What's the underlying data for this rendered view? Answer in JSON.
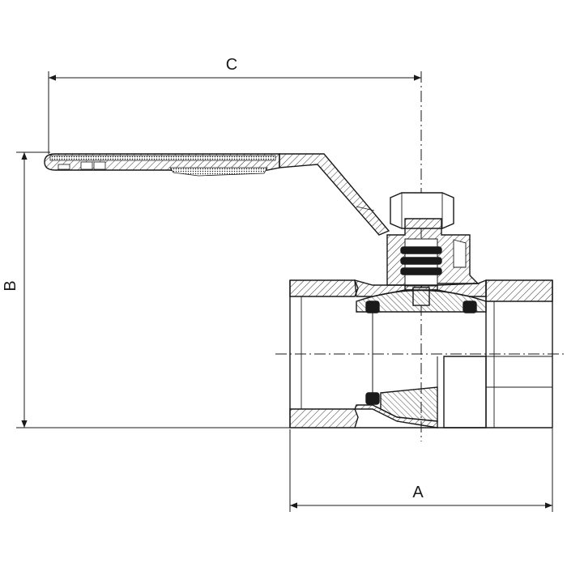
{
  "drawing": {
    "dimensions": {
      "a": {
        "label": "A"
      },
      "b": {
        "label": "B"
      },
      "c": {
        "label": "C"
      }
    }
  },
  "colors": {
    "line": "#1a1a1a",
    "background": "#ffffff"
  }
}
